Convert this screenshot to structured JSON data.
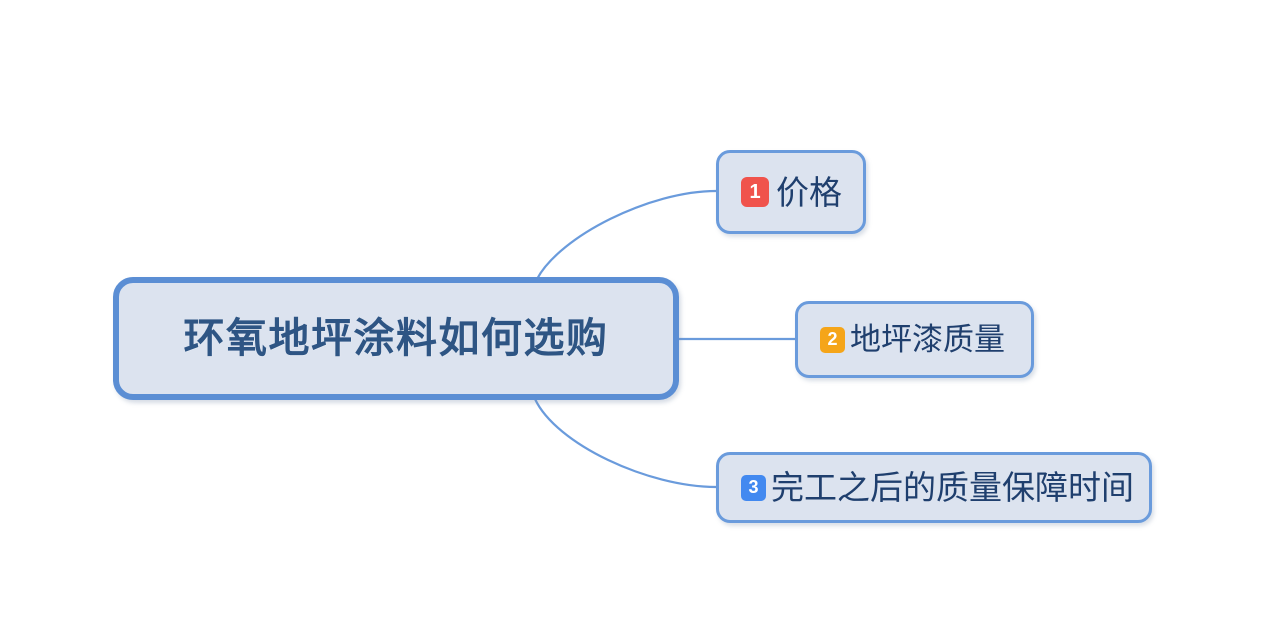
{
  "diagram": {
    "type": "mind-map",
    "background_color": "#ffffff",
    "root": {
      "title": "环氧地坪涂料如何选购",
      "fill_color": "#dce3ef",
      "border_color": "#5b8ed4",
      "text_color": "#2e5584"
    },
    "branch_color": "#6a9bdc",
    "children": [
      {
        "number": "1",
        "label": "价格",
        "badge_color": "#f0534c",
        "fill_color": "#dce3ef",
        "border_color": "#6a9bdc",
        "text_color": "#1f3f6e",
        "connector": "curve"
      },
      {
        "number": "2",
        "label": "地坪漆质量",
        "badge_color": "#f5a519",
        "fill_color": "#dce3ef",
        "border_color": "#6a9bdc",
        "text_color": "#1f3f6e",
        "connector": "straight"
      },
      {
        "number": "3",
        "label": "完工之后的质量保障时间",
        "badge_color": "#4289f0",
        "fill_color": "#dce3ef",
        "border_color": "#6a9bdc",
        "text_color": "#1f3f6e",
        "connector": "curve"
      }
    ]
  }
}
